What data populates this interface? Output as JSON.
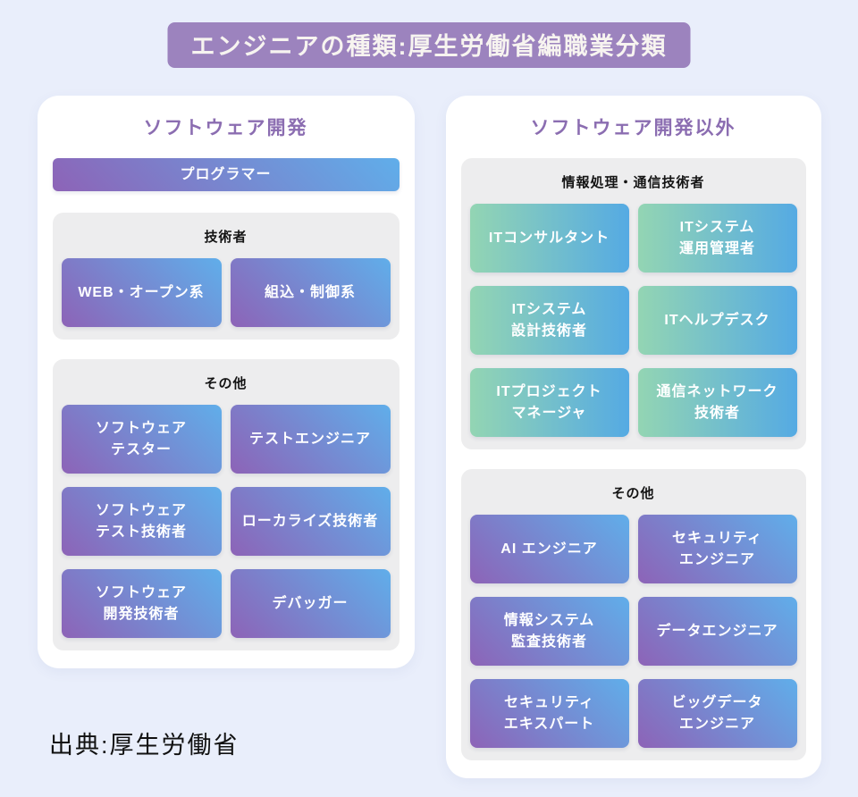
{
  "title": "エンジニアの種類:厚生労働省編職業分類",
  "source": "出典:厚生労働省",
  "colors": {
    "page_bg": "#e9eefb",
    "title_bg": "#9c83be",
    "panel_bg": "#ffffff",
    "section_bg": "#ededee",
    "panel_header_text": "#8b6db1",
    "gradient_purple_start": "#8d63b7",
    "gradient_purple_end": "#60aeea",
    "gradient_green_start": "#93d5b3",
    "gradient_green_end": "#55aae3"
  },
  "left_panel": {
    "header": "ソフトウェア開発",
    "standalone_item": "プログラマー",
    "sections": [
      {
        "label": "技術者",
        "items": [
          "WEB・オープン系",
          "組込・制御系"
        ]
      },
      {
        "label": "その他",
        "items": [
          "ソフトウェア\nテスター",
          "テストエンジニア",
          "ソフトウェア\nテスト技術者",
          "ローカライズ技術者",
          "ソフトウェア\n開発技術者",
          "デバッガー"
        ]
      }
    ]
  },
  "right_panel": {
    "header": "ソフトウェア開発以外",
    "sections": [
      {
        "label": "情報処理・通信技術者",
        "items": [
          "ITコンサルタント",
          "ITシステム\n運用管理者",
          "ITシステム\n設計技術者",
          "ITヘルプデスク",
          "ITプロジェクト\nマネージャ",
          "通信ネットワーク\n技術者"
        ]
      },
      {
        "label": "その他",
        "items": [
          "AI エンジニア",
          "セキュリティ\nエンジニア",
          "情報システム\n監査技術者",
          "データエンジニア",
          "セキュリティ\nエキスパート",
          "ビッグデータ\nエンジニア"
        ]
      }
    ]
  }
}
